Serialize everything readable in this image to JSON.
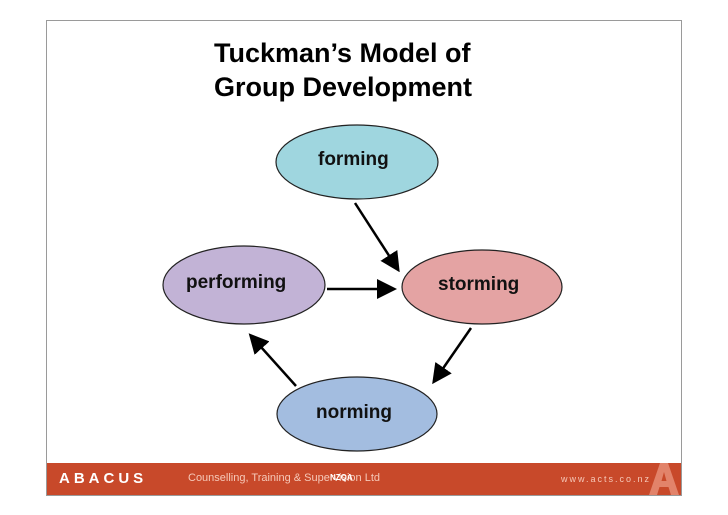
{
  "title": {
    "line1": "Tuckman’s Model of",
    "line2": "Group Development"
  },
  "nodes": {
    "forming": {
      "label": "forming",
      "color": "#9fd6df"
    },
    "storming": {
      "label": "storming",
      "color": "#e4a3a3"
    },
    "norming": {
      "label": "norming",
      "color": "#a3bde0"
    },
    "performing": {
      "label": "performing",
      "color": "#c2b3d6"
    }
  },
  "footer": {
    "brand": "ABACUS",
    "tagline": "Counselling, Training & Supervision Ltd",
    "nzqa": "NZQA",
    "website": "www.acts.co.nz",
    "logo_letter": "A",
    "color": "#c8492a"
  }
}
